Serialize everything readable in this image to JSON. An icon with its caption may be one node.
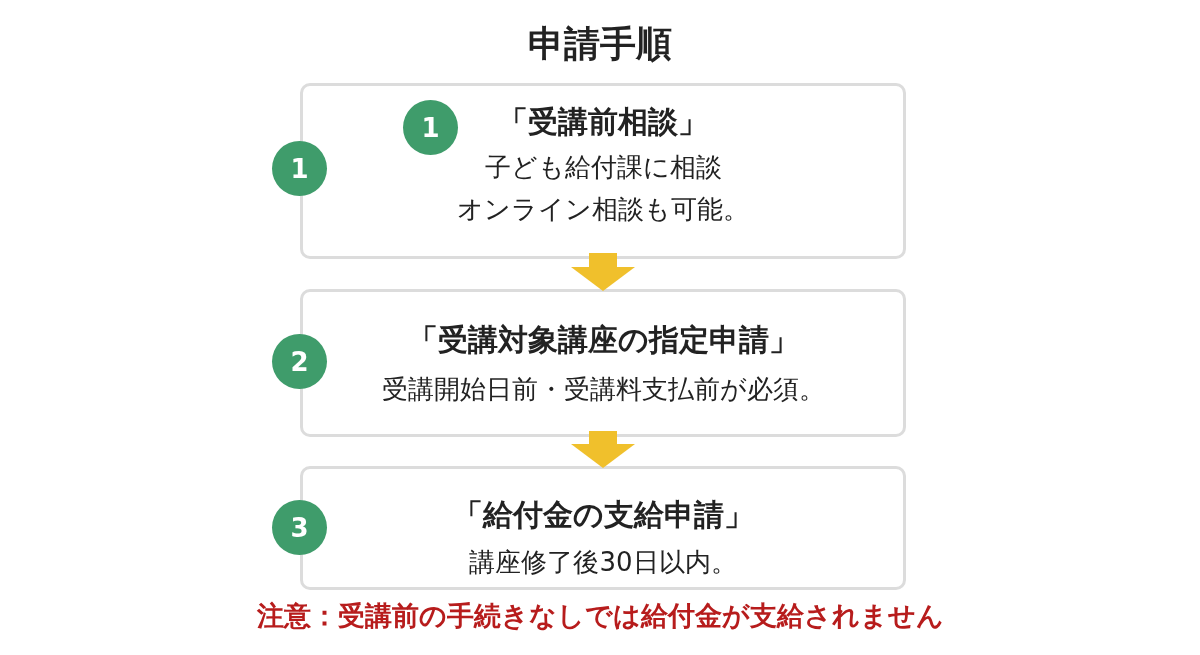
{
  "diagram": {
    "title": "申請手順",
    "nodes": [
      {
        "text": [
          "1"
        ]
      },
      {
        "text": [
          "「受講前相談」",
          "子ども給付課に相談",
          "オンライン相談も可能。"
        ]
      },
      {
        "text": [
          "1"
        ],
        "in": 1
      },
      {
        "text": [
          "2"
        ]
      },
      {
        "text": [
          "「受講対象講座の指定申請」",
          "受講開始日前・受講料支払前が必須。"
        ]
      },
      {
        "text": [
          "3"
        ]
      },
      {
        "text": [
          "「給付金の支給申請」",
          "講座修了後30日以内。"
        ]
      }
    ],
    "edges": [
      {
        "from": 1,
        "to": 4,
        "arrow": "to",
        "color": "#f0c02c"
      },
      {
        "from": 4,
        "to": 6,
        "arrow": "to",
        "color": "#f0c02c"
      }
    ],
    "labels": [
      "注意：受講前の手続きなしでは給付金が支給されません"
    ]
  }
}
